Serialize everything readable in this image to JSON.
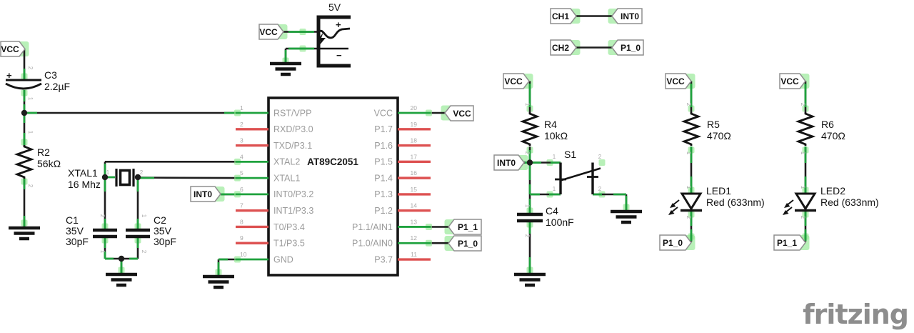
{
  "watermark": "fritzing",
  "flags": {
    "vcc": "VCC",
    "int0": "INT0",
    "p1_0": "P1_0",
    "p1_1": "P1_1",
    "ch1": "CH1",
    "ch2": "CH2"
  },
  "pins": {
    "one": "1",
    "two": "2"
  },
  "colors": {
    "wire_green": "#1fa23e",
    "unconnected_red": "#dd5151",
    "pad_green": "#8ce78c",
    "wire_black": "#1d1d1d"
  },
  "ic": {
    "name": "AT89C2051",
    "left_pins": [
      {
        "num": "1",
        "label": "RST/VPP",
        "connected": true
      },
      {
        "num": "2",
        "label": "RXD/P3.0",
        "connected": false
      },
      {
        "num": "3",
        "label": "TXD/P3.1",
        "connected": false
      },
      {
        "num": "4",
        "label": "XTAL2",
        "connected": true
      },
      {
        "num": "5",
        "label": "XTAL1",
        "connected": true
      },
      {
        "num": "6",
        "label": "INT0/P3.2",
        "connected": true
      },
      {
        "num": "7",
        "label": "INT1/P3.3",
        "connected": false
      },
      {
        "num": "8",
        "label": "T0/P3.4",
        "connected": false
      },
      {
        "num": "9",
        "label": "T1/P3.5",
        "connected": false
      },
      {
        "num": "10",
        "label": "GND",
        "connected": true
      }
    ],
    "right_pins": [
      {
        "num": "20",
        "label": "VCC",
        "connected": true
      },
      {
        "num": "19",
        "label": "P1.7",
        "connected": false
      },
      {
        "num": "18",
        "label": "P1.6",
        "connected": false
      },
      {
        "num": "17",
        "label": "P1.5",
        "connected": false
      },
      {
        "num": "16",
        "label": "P1.4",
        "connected": false
      },
      {
        "num": "15",
        "label": "P1.3",
        "connected": false
      },
      {
        "num": "14",
        "label": "P1.2",
        "connected": false
      },
      {
        "num": "13",
        "label": "P1.1/AIN1",
        "connected": true
      },
      {
        "num": "12",
        "label": "P1.0/AIN0",
        "connected": true
      },
      {
        "num": "11",
        "label": "P3.7",
        "connected": false
      }
    ]
  },
  "components": {
    "c3": {
      "ref": "C3",
      "value": "2.2µF",
      "plus": "+"
    },
    "r2": {
      "ref": "R2",
      "value": "56kΩ"
    },
    "xtal": {
      "ref": "XTAL1",
      "value": "16 Mhz"
    },
    "c1": {
      "ref": "C1",
      "v1": "35V",
      "v2": "30pF"
    },
    "c2": {
      "ref": "C2",
      "v1": "35V",
      "v2": "30pF"
    },
    "battery": {
      "label": "5V",
      "plus": "+",
      "minus": "−"
    },
    "r4": {
      "ref": "R4",
      "value": "10kΩ"
    },
    "s1": {
      "ref": "S1"
    },
    "c4": {
      "ref": "C4",
      "value": "100nF"
    },
    "r5": {
      "ref": "R5",
      "value": "470Ω"
    },
    "led1": {
      "ref": "LED1",
      "value": "Red (633nm)"
    },
    "r6": {
      "ref": "R6",
      "value": "470Ω"
    },
    "led2": {
      "ref": "LED2",
      "value": "Red (633nm)"
    }
  }
}
